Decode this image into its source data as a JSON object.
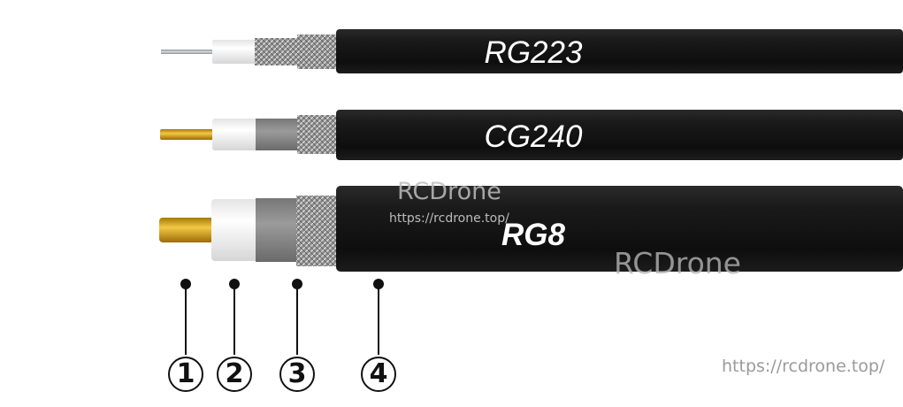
{
  "cables": [
    {
      "label": "RG223"
    },
    {
      "label": "CG240"
    },
    {
      "label": "RG8"
    }
  ],
  "callouts": [
    "1",
    "2",
    "3",
    "4"
  ],
  "watermarks": {
    "top_brand": "RCDrone",
    "top_url": "https://rcdrone.top/",
    "mid_brand": "RCDrone",
    "corner_url": "https://rcdrone.top/"
  },
  "colors": {
    "jacket": "#141414",
    "conductor_silver": "#b9bdc1",
    "conductor_gold": "#d4a514",
    "dielectric": "#f3f3f3",
    "foil": "#8a8a8a",
    "braid": "#9c9c9c",
    "label_text": "#ffffff",
    "callout": "#111111"
  }
}
